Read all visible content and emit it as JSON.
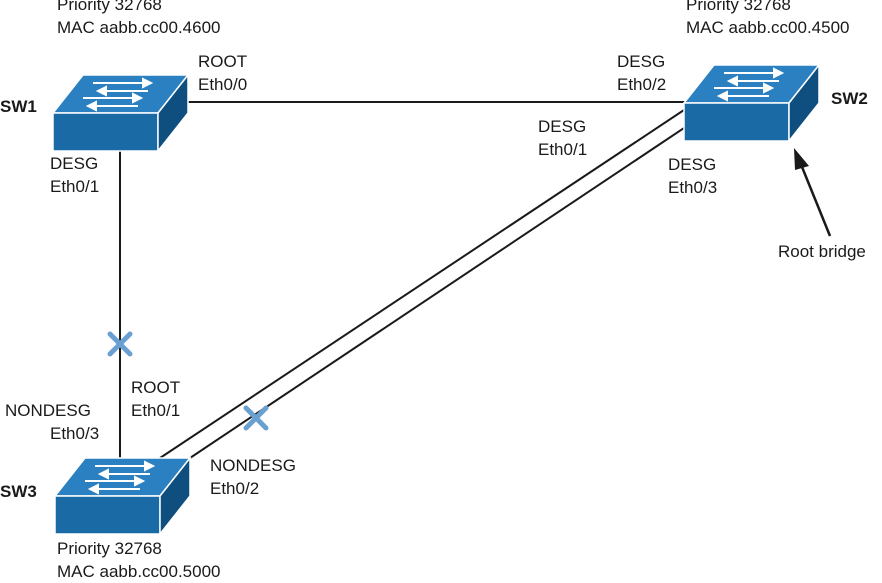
{
  "switches": {
    "sw1": {
      "name": "SW1",
      "priority": "Priority 32768",
      "mac": "MAC aabb.cc00.4600"
    },
    "sw2": {
      "name": "SW2",
      "priority": "Priority 32768",
      "mac": "MAC aabb.cc00.4500"
    },
    "sw3": {
      "name": "SW3",
      "priority": "Priority 32768",
      "mac": "MAC aabb.cc00.5000"
    }
  },
  "ports": {
    "sw1_eth00": {
      "role": "ROOT",
      "port": "Eth0/0"
    },
    "sw1_eth01": {
      "role": "DESG",
      "port": "Eth0/1"
    },
    "sw2_eth02": {
      "role": "DESG",
      "port": "Eth0/2"
    },
    "sw2_eth01": {
      "role": "DESG",
      "port": "Eth0/1"
    },
    "sw2_eth03": {
      "role": "DESG",
      "port": "Eth0/3"
    },
    "sw3_eth01": {
      "role": "ROOT",
      "port": "Eth0/1"
    },
    "sw3_eth03": {
      "role": "NONDESG",
      "port": "Eth0/3"
    },
    "sw3_eth02": {
      "role": "NONDESG",
      "port": "Eth0/2"
    }
  },
  "annotations": {
    "root_bridge": "Root bridge"
  },
  "colors": {
    "switch_front": "#1a6aa6",
    "switch_top": "#2a80c0",
    "switch_side": "#0e4f80",
    "blocked_x": "#6a9fcf",
    "link": "#1a1a1a"
  }
}
